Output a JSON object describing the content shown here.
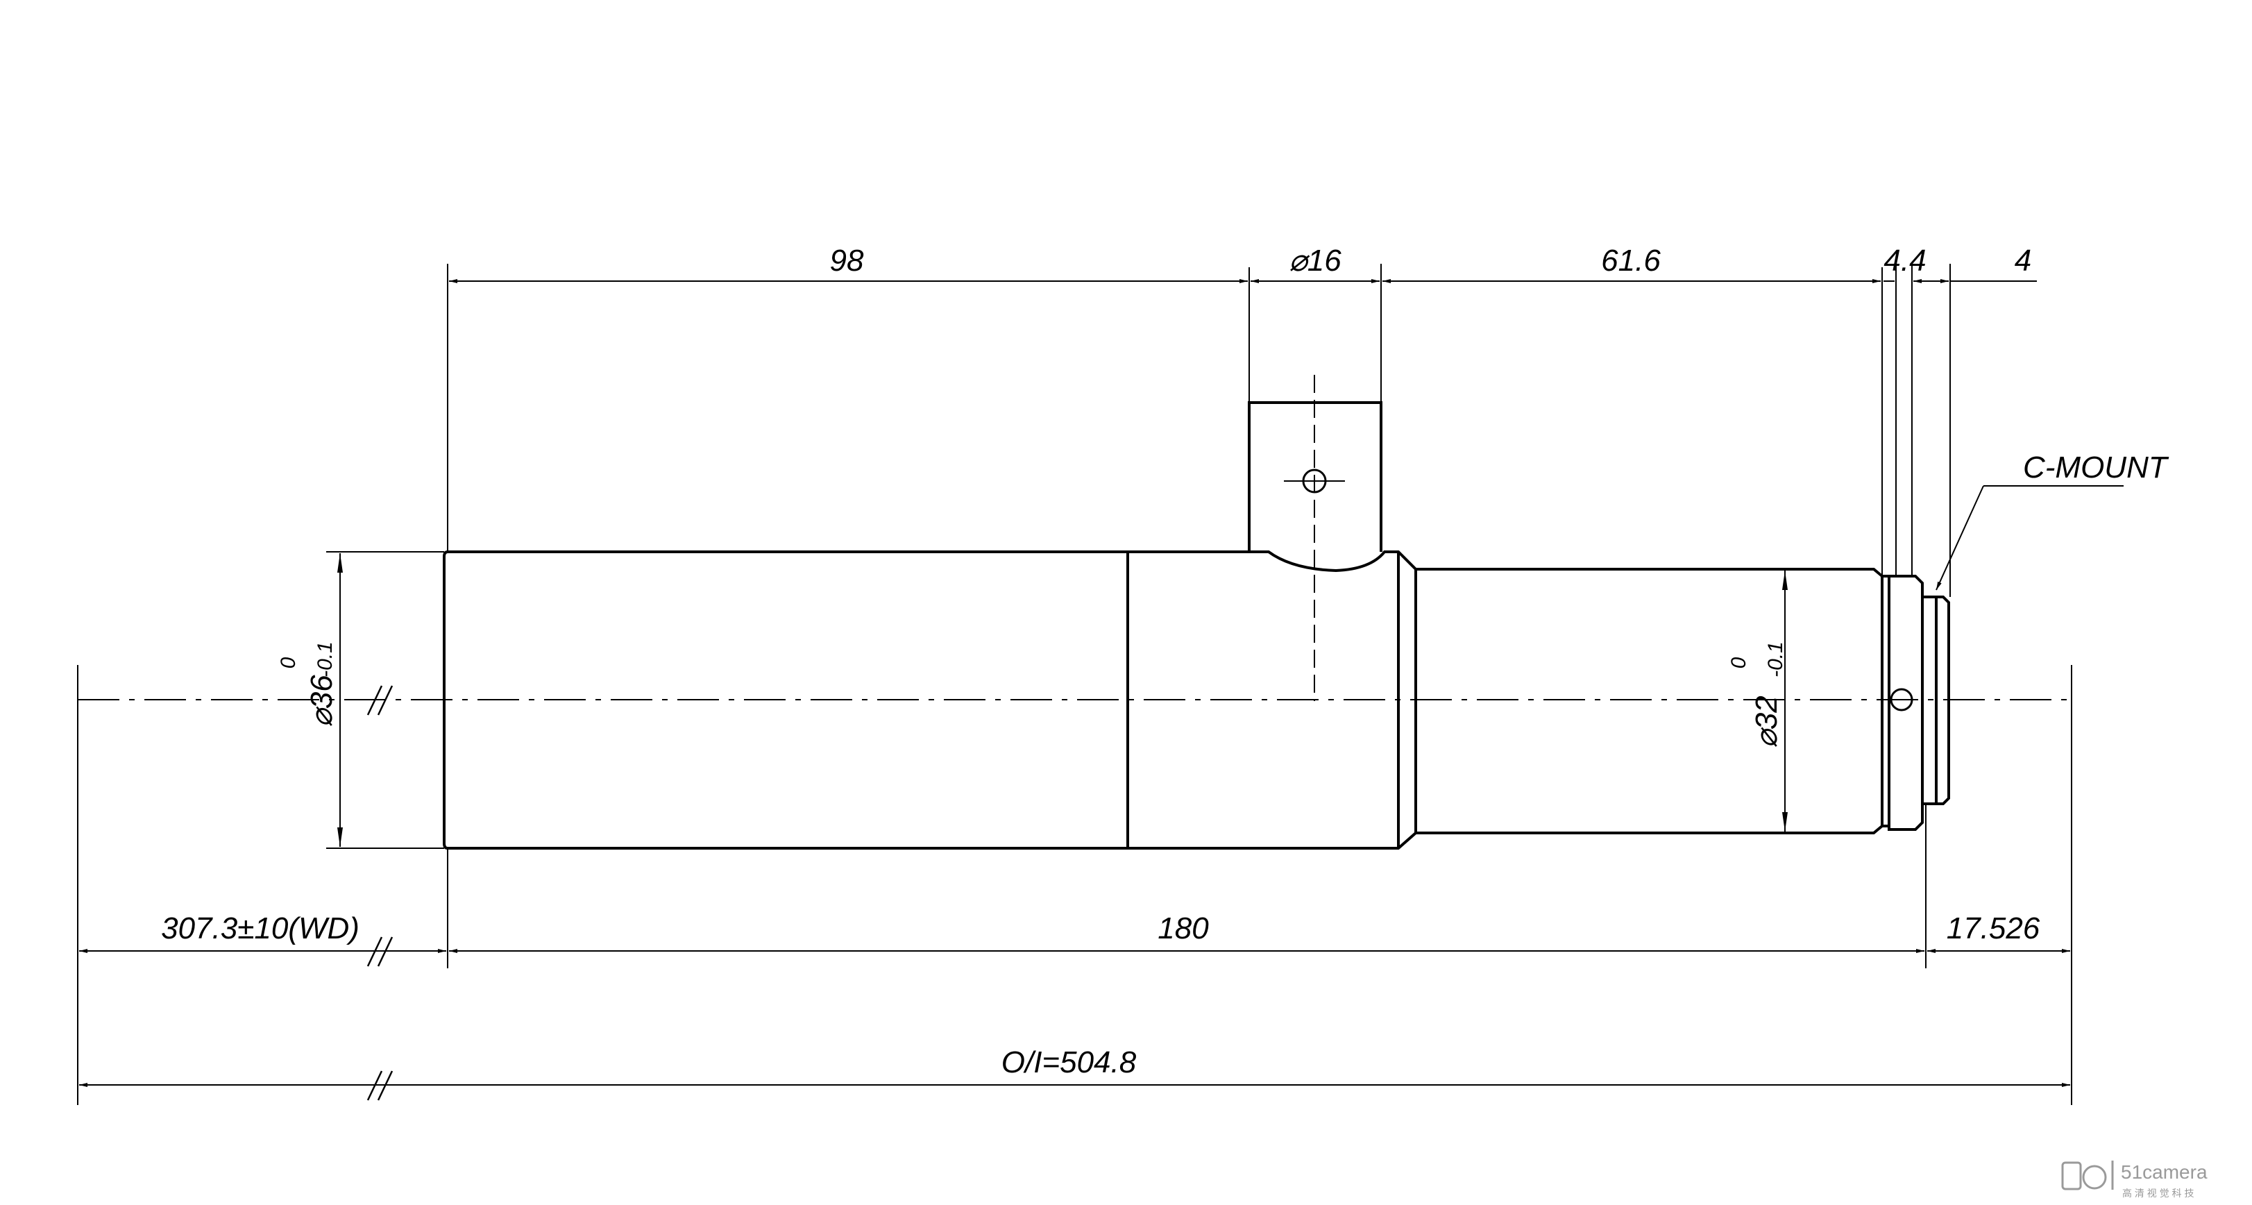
{
  "drawing": {
    "dims": {
      "d98": "98",
      "d16": "⌀16",
      "d61": "61.6",
      "d44": "4.4",
      "d4": "4",
      "d180": "180",
      "wd": "307.3±10(WD)",
      "d17": "17.526",
      "oi": "O/I=504.8",
      "phi36": "⌀36",
      "phi32": "⌀32",
      "tol_upper": "0",
      "tol_lower": "-0.1"
    },
    "callout": "C-MOUNT"
  },
  "watermark": {
    "brand": "51camera",
    "subtitle": "高 清 视 觉 科 技"
  }
}
